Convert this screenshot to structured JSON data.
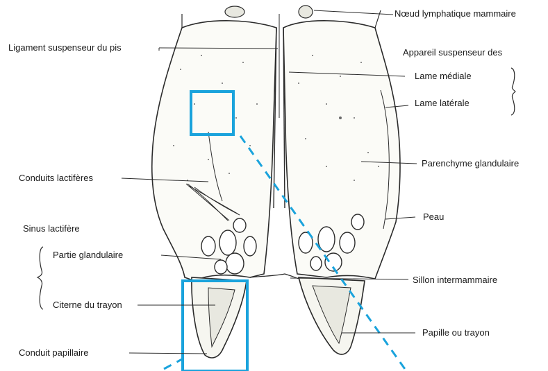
{
  "labels": {
    "noeud": "Nœud lymphatique mammaire",
    "ligament": "Ligament suspenseur du pis",
    "appareil": "Appareil suspenseur des",
    "lame_mediale": "Lame médiale",
    "lame_laterale": "Lame latérale",
    "parenchyme": "Parenchyme glandulaire",
    "conduits": "Conduits lactifères",
    "peau": "Peau",
    "sinus": "Sinus lactifère",
    "partie": "Partie glandulaire",
    "sillon": "Sillon intermammaire",
    "citerne": "Citerne du trayon",
    "papille": "Papille ou trayon",
    "conduit_papillaire": "Conduit papillaire"
  },
  "colors": {
    "highlight": "#1aa3dc",
    "line": "#2b2b2b",
    "text": "#1a1a1a"
  }
}
